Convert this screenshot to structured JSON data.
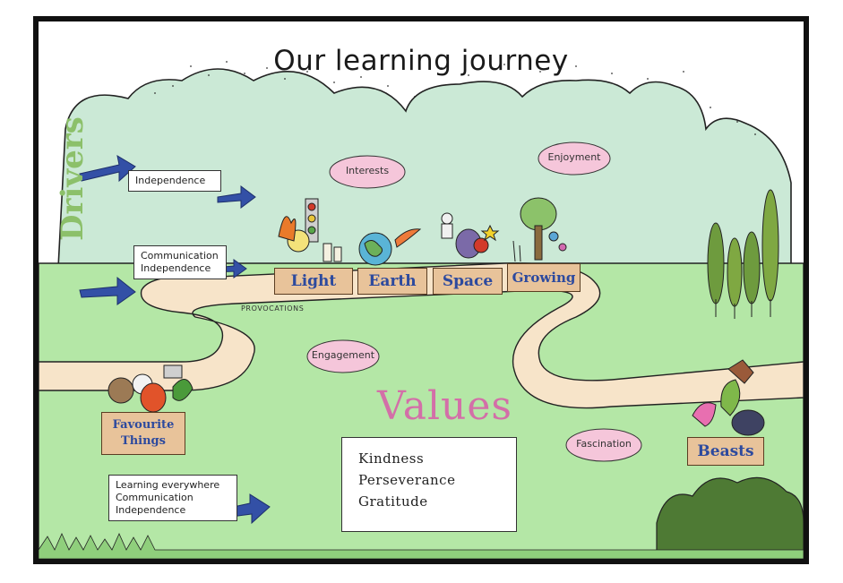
{
  "title": "Our learning journey",
  "drivers_label": "Drivers",
  "driver_boxes": {
    "top": "Independence",
    "middle_line1": "Communication",
    "middle_line2": "Independence",
    "bottom_line1": "Learning everywhere",
    "bottom_line2": "Communication",
    "bottom_line3": "Independence"
  },
  "clouds": {
    "interests": "Interests",
    "enjoyment": "Enjoyment",
    "engagement": "Engagement",
    "fascination": "Fascination"
  },
  "path_label": "PROVOCATIONS",
  "topics": {
    "light": "Light",
    "earth": "Earth",
    "space": "Space",
    "growing": "Growing",
    "favourite_line1": "Favourite",
    "favourite_line2": "Things",
    "beasts": "Beasts"
  },
  "values": {
    "heading": "Values",
    "items": [
      "Kindness",
      "Perseverance",
      "Gratitude"
    ]
  },
  "colors": {
    "sky": "#d4ede4",
    "hills": "#c7e8d3",
    "grass": "#aee5a1",
    "path": "#f6e3c8",
    "cloud": "#f5c6da",
    "arrow": "#3350a6",
    "sign": "#e8c39a",
    "values_heading": "#d36fa8",
    "drivers_text": "#8cc06a"
  }
}
